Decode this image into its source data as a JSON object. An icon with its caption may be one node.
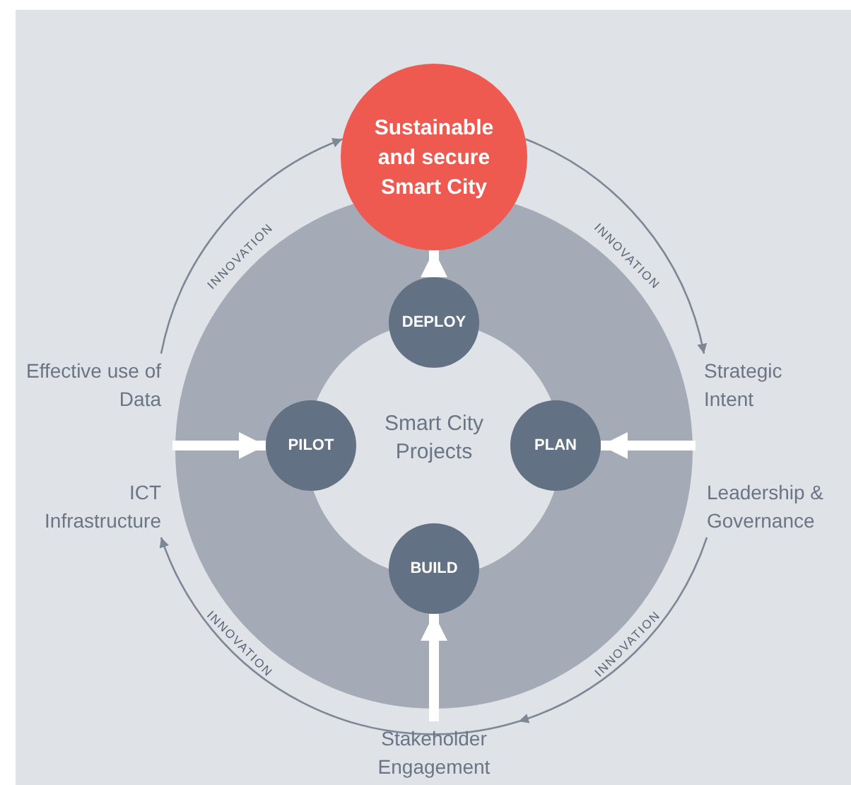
{
  "diagram": {
    "nodes": [
      {
        "text": [
          "Sustainable and secure Smart City"
        ]
      },
      {
        "text": [
          "DEPLOY"
        ]
      },
      {
        "text": [
          "PILOT"
        ]
      },
      {
        "text": [
          "PLAN"
        ]
      },
      {
        "text": [
          "BUILD"
        ]
      },
      {
        "text": [
          "Effective use of Data"
        ]
      },
      {
        "text": [
          "Strategic Intent"
        ]
      },
      {
        "text": [
          "ICT Infrastructure"
        ]
      },
      {
        "text": [
          "Leadership & Governance"
        ]
      },
      {
        "text": [
          "Stakeholder Engagement"
        ]
      }
    ],
    "edges": [
      {
        "from": 1,
        "to": 0,
        "arrow": "to",
        "style": "thick",
        "color": "#ffffff"
      },
      {
        "from": null,
        "to": 2,
        "arrow": "to",
        "style": "thick",
        "color": "#ffffff"
      },
      {
        "from": null,
        "to": 3,
        "arrow": "to",
        "style": "thick",
        "color": "#ffffff"
      },
      {
        "from": 9,
        "to": 4,
        "arrow": "to",
        "style": "thick",
        "color": "#ffffff"
      },
      {
        "from": 5,
        "to": 0,
        "arrow": "to",
        "label": "INNOVATION",
        "color": "#7d8795"
      },
      {
        "from": 0,
        "to": 6,
        "arrow": "to",
        "label": "INNOVATION",
        "color": "#7d8795"
      },
      {
        "from": 8,
        "to": 9,
        "arrow": "to",
        "label": "INNOVATION",
        "color": "#7d8795"
      },
      {
        "from": 9,
        "to": 7,
        "arrow": "to",
        "label": "INNOVATION",
        "color": "#7d8795"
      }
    ],
    "labels": [
      "Smart City Projects"
    ]
  }
}
